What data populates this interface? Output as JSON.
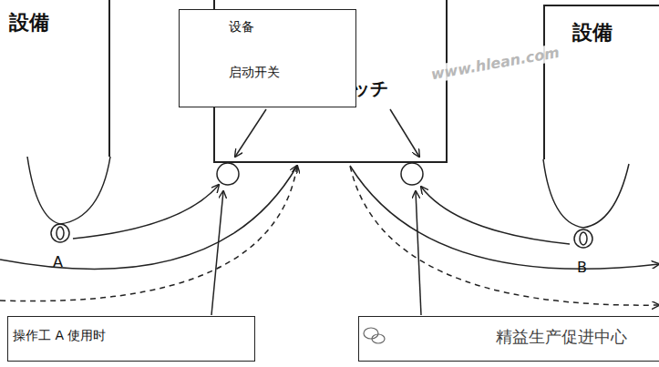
{
  "diagram": {
    "nodes": [
      {
        "text": [
          "設備"
        ]
      },
      {
        "text": [
          "設備"
        ]
      },
      {
        "text": [
          "ッチ"
        ]
      },
      {
        "text": [
          "设备",
          "启动开关"
        ]
      },
      {
        "text": [
          "操作工 A 使用时"
        ]
      },
      {
        "text": [
          "精益生产促进中心"
        ]
      }
    ],
    "labels": [
      "A",
      "B",
      "www.hlean.com"
    ]
  }
}
